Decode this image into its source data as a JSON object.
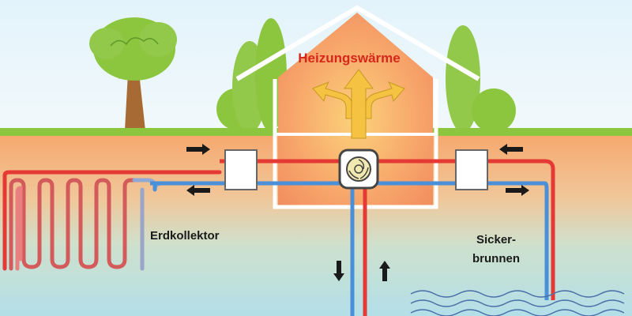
{
  "labels": {
    "heating": "Heizungswärme",
    "ground_collector": "Erdkollektor",
    "well_line1": "Sicker-",
    "well_line2": "brunnen"
  },
  "colors": {
    "sky": "#e6f4fb",
    "grass": "#8cc63f",
    "soil_top": "#f4a870",
    "groundwater": "#bfe4ec",
    "hot_pipe": "#e53935",
    "cold_pipe": "#4a90d9",
    "house_outline": "#ffffff",
    "arrow_fill": "#f5c242"
  },
  "icons": {
    "heat_pump": "heat-pump-icon",
    "heat_exchanger": "heat-exchanger-box",
    "flow_arrow": "flow-arrow-icon",
    "tree": "tree-icon",
    "water_waves": "water-wave-icon"
  }
}
